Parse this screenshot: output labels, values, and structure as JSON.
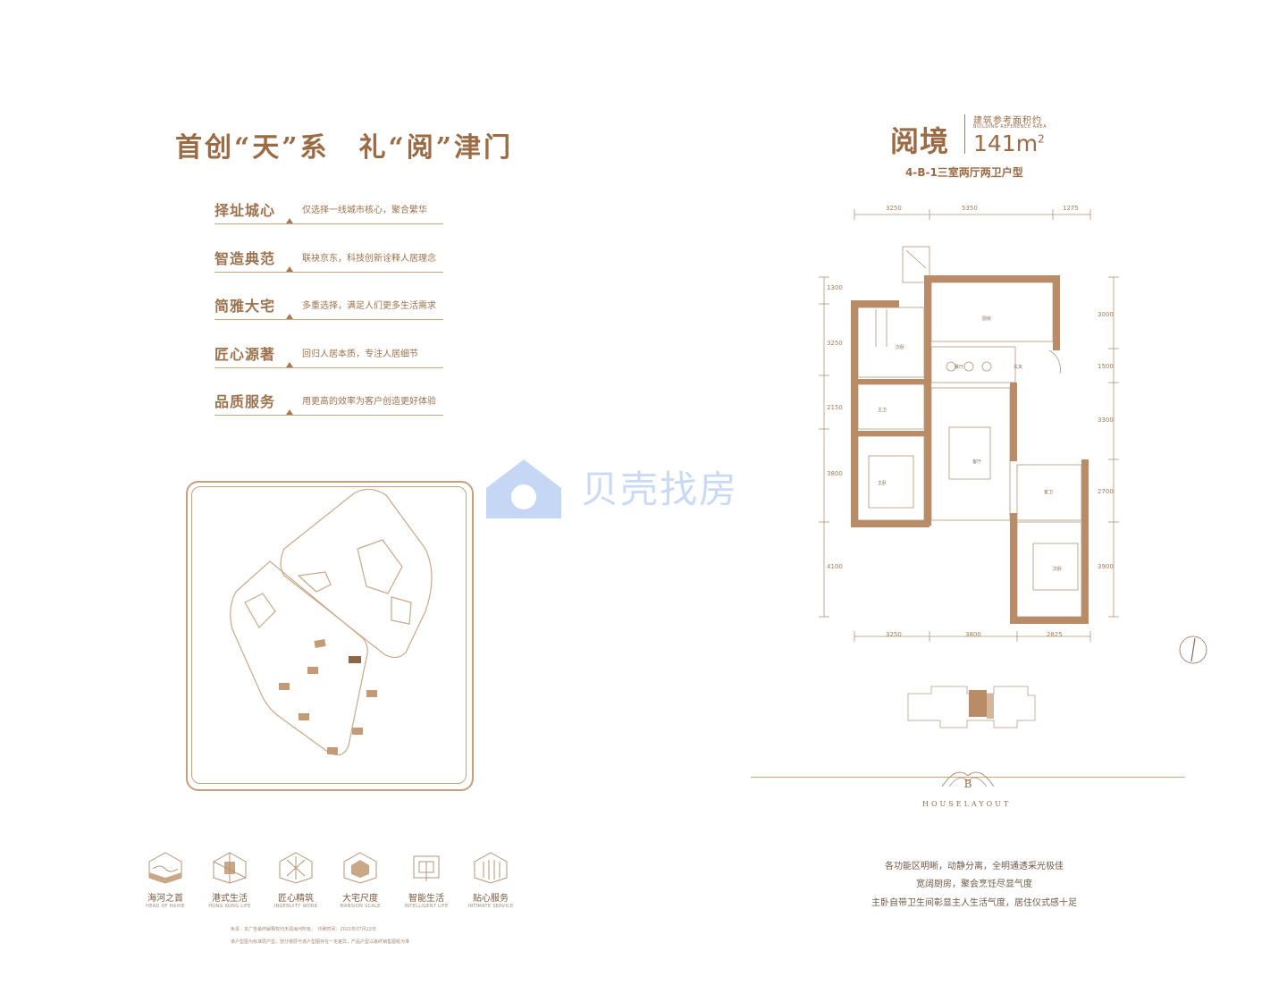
{
  "slogan": "首创“天”系　礼“阅”津门",
  "features": [
    {
      "title": "择址城心",
      "desc": "仅选择一线城市核心，聚合繁华"
    },
    {
      "title": "智造典范",
      "desc": "联袂京东，科技创新诠释人居理念"
    },
    {
      "title": "简雅大宅",
      "desc": "多重选择，满足人们更多生活需求"
    },
    {
      "title": "匠心源著",
      "desc": "回归人居本质，专注人居细节"
    },
    {
      "title": "品质服务",
      "desc": "用更高的效率为客户创造更好体验"
    }
  ],
  "layout": {
    "name": "阅境",
    "area_label": "建筑参考面积约",
    "area_label_en": "BUILDING REFERENCE AREA",
    "area_value": "141m",
    "area_unit_sup": "2",
    "unit_type": "4-B-1三室两厅两卫户型"
  },
  "dimensions": {
    "top": [
      "3250",
      "5350",
      "1275"
    ],
    "bottom": [
      "3250",
      "3800",
      "2825"
    ],
    "left": [
      "1300",
      "3250",
      "2150",
      "3800",
      "4100"
    ],
    "right": [
      "3000",
      "1500",
      "3300",
      "2700",
      "3900"
    ]
  },
  "rooms": {
    "kitchen": "厨房",
    "second_bedroom_a": "次卧",
    "dining": "餐厅",
    "entrance": "玄关",
    "master_bath": "主卫",
    "living": "客厅",
    "master_bedroom": "主卧",
    "guest_bath": "客卫",
    "second_bedroom_b": "次卧"
  },
  "brand_mark": "B",
  "house_layout_label": "HOUSELAYOUT",
  "descriptions": [
    "各功能区明晰，动静分离，全明通透采光极佳",
    "宽阔厨房，聚会烹饪尽显气度",
    "主卧自带卫生间彰显主人生活气度，居住仪式感十足"
  ],
  "icons": [
    {
      "name": "haihe-icon",
      "cn": "海河之首",
      "en": "HEAD OF HAIHE"
    },
    {
      "name": "hongkong-icon",
      "cn": "港式生活",
      "en": "HONG KONG LIFE"
    },
    {
      "name": "ingenuity-icon",
      "cn": "匠心精筑",
      "en": "INGENUITY WORK"
    },
    {
      "name": "mansion-icon",
      "cn": "大宅尺度",
      "en": "MANSION SCALE"
    },
    {
      "name": "intelligent-icon",
      "cn": "智能生活",
      "en": "INTELLIGENT LIFE"
    },
    {
      "name": "service-icon",
      "cn": "贴心服务",
      "en": "INTIMATE SERVICE"
    }
  ],
  "fine_print": [
    "免责：本广告最终解释权归天润海河所有。　印刷时间：2022年07月22日",
    "该户型图为标准层户型，部分楼层与该户型图存在一定差异，产品户型以最终销售图纸为准"
  ],
  "watermark": "贝壳找房",
  "colors": {
    "brand": "#a77b55",
    "wall": "#b98b67",
    "watermark": "#c5d7f5"
  }
}
